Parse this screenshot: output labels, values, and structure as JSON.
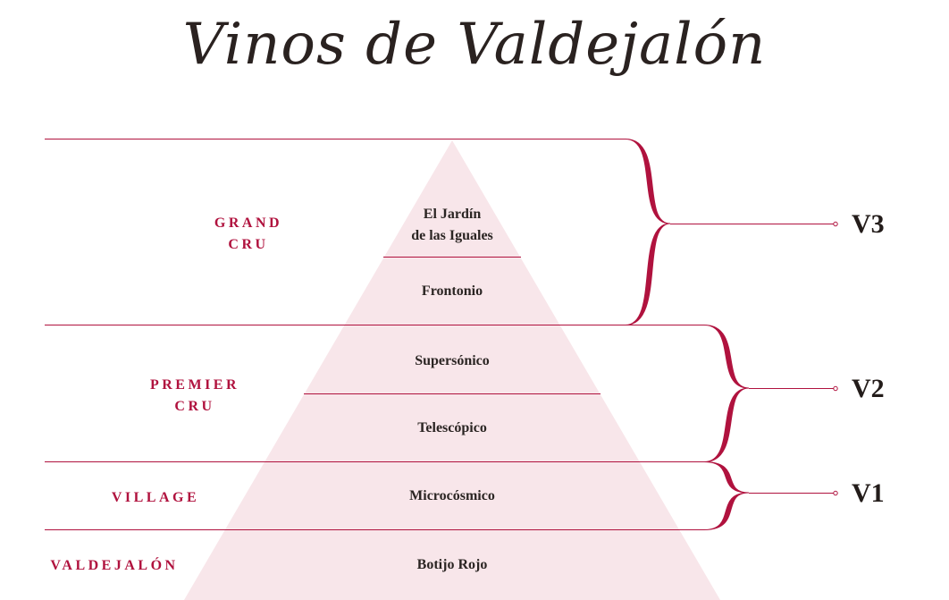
{
  "title": "Vinos de Valdejalón",
  "colors": {
    "accent": "#b0123e",
    "pyramid_fill": "#f8e6ea",
    "text_dark": "#2b2523"
  },
  "tiers": [
    {
      "label_line1": "GRAND",
      "label_line2": "CRU"
    },
    {
      "label_line1": "PREMIER",
      "label_line2": "CRU"
    },
    {
      "label_line1": "VILLAGE"
    },
    {
      "label_line1": "VALDEJALÓN"
    }
  ],
  "wines": [
    {
      "line1": "El Jardín",
      "line2": "de las Iguales"
    },
    {
      "line1": "Frontonio"
    },
    {
      "line1": "Supersónico"
    },
    {
      "line1": "Telescópico"
    },
    {
      "line1": "Microcósmico"
    },
    {
      "line1": "Botijo Rojo"
    }
  ],
  "groups": [
    {
      "label": "V3"
    },
    {
      "label": "V2"
    },
    {
      "label": "V1"
    }
  ]
}
